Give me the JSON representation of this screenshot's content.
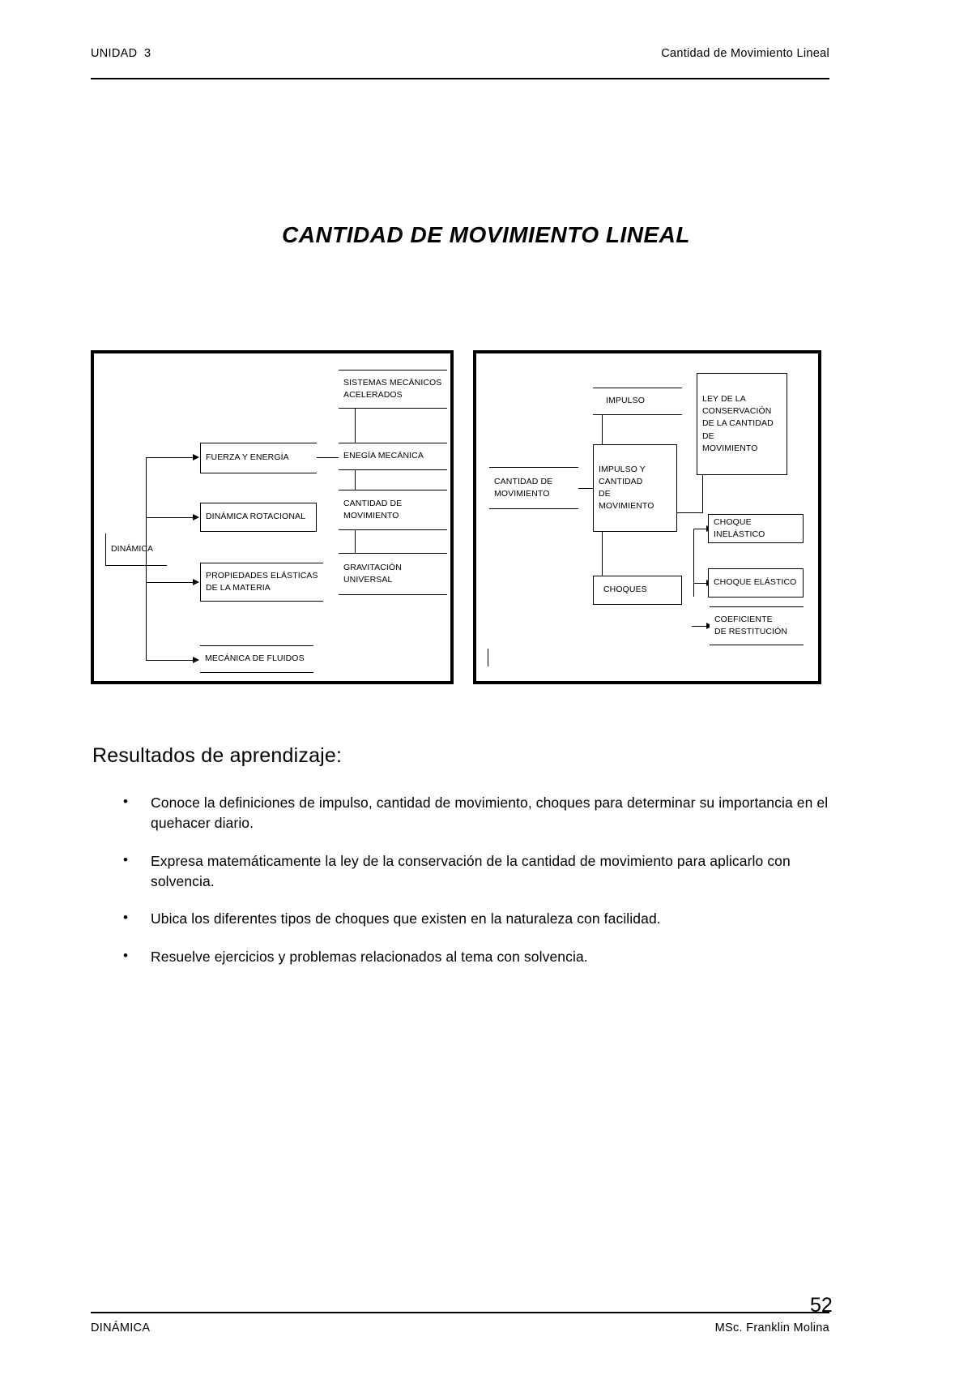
{
  "header": {
    "left": "UNIDAD  3",
    "right": "Cantidad de Movimiento Lineal"
  },
  "title": "CANTIDAD DE MOVIMIENTO LINEAL",
  "diagrams": {
    "left": {
      "name": "mapa-conceptual-dinamica",
      "nodes": {
        "root": "DINÁMICA",
        "branch1": "FUERZA Y ENERGÍA",
        "branch2": "DINÁMICA ROTACIONAL",
        "branch3_line1": "PROPIEDADES ELÁSTICAS",
        "branch3_line2": "DE LA MATERIA",
        "branch4": "MECÁNICA DE FLUIDOS",
        "leaf1_line1": "SISTEMAS MECÁNICOS",
        "leaf1_line2": "ACELERADOS",
        "leaf2": "ENEGÍA MECÁNICA",
        "leaf3_line1": "CANTIDAD DE",
        "leaf3_line2": "MOVIMIENTO",
        "leaf4_line1": "GRAVITACIÓN",
        "leaf4_line2": "UNIVERSAL"
      }
    },
    "right": {
      "name": "mapa-conceptual-cantidad-movimiento",
      "nodes": {
        "root_line1": "CANTIDAD DE",
        "root_line2": "MOVIMIENTO",
        "branch1": "IMPULSO",
        "branch2_line1": "IMPULSO Y",
        "branch2_line2": "CANTIDAD",
        "branch2_line3": "DE",
        "branch2_line4": "MOVIMIENTO",
        "branch3": "CHOQUES",
        "leaf1_line1": "LEY DE LA",
        "leaf1_line2": "CONSERVACIÓN",
        "leaf1_line3": "DE LA CANTIDAD",
        "leaf1_line4": "DE",
        "leaf1_line5": "MOVIMIENTO",
        "leaf2": "CHOQUE INELÁSTICO",
        "leaf3": "CHOQUE ELÁSTICO",
        "leaf4_line1": "COEFICIENTE",
        "leaf4_line2": "DE RESTITUCIÓN"
      }
    }
  },
  "outcomes": {
    "heading": "Resultados de aprendizaje:",
    "bullet_glyph": "•",
    "items": [
      "Conoce la definiciones de impulso, cantidad de movimiento, choques para determinar su importancia en el quehacer diario.",
      "Expresa matemáticamente la ley de la conservación de la cantidad de movimiento para aplicarlo con solvencia.",
      "Ubica los diferentes tipos de choques que existen en la naturaleza con facilidad.",
      "Resuelve ejercicios y problemas relacionados al tema con solvencia."
    ]
  },
  "footer": {
    "left": "DINÁMICA",
    "right": "MSc. Franklin Molina",
    "page_number": "52"
  }
}
